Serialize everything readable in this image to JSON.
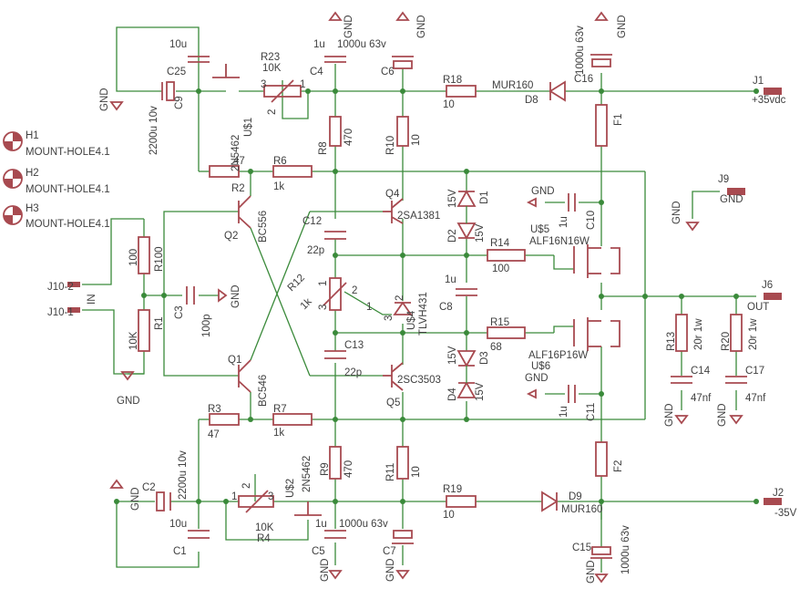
{
  "labels": {
    "c10u_top": "10u",
    "c25": "C25",
    "c9_val": "2200u 10v",
    "c9": "C9",
    "gnd_c9": "GND",
    "r23": "R23",
    "r23_val": "10K",
    "u1_val": "2N5462",
    "u1": "U$1",
    "pin_u1_3": "3",
    "pin_u1_1": "1",
    "pin_u1_2": "2",
    "c4_val": "1u",
    "c4": "C4",
    "gnd_c4": "GND",
    "c6_val": "1000u 63v",
    "c6": "C6",
    "gnd_c6": "GND",
    "r18": "R18",
    "r18_val": "10",
    "d8_val": "MUR160",
    "d8": "D8",
    "c16_val": "1000u 63v",
    "c16": "C16",
    "gnd_c16": "GND",
    "j1": "J1",
    "v_pos": "+35vdc",
    "f1": "F1",
    "r8": "R8",
    "r8_val": "470",
    "r10": "R10",
    "r10_val": "10",
    "h1": "H1",
    "h1_val": "MOUNT-HOLE4.1",
    "h2": "H2",
    "h2_val": "MOUNT-HOLE4.1",
    "h3": "H3",
    "h3_val": "MOUNT-HOLE4.1",
    "r2_val": "47",
    "r2": "R2",
    "r6": "R6",
    "r6_val": "1k",
    "q2": "Q2",
    "q2_val": "BC556",
    "q4": "Q4",
    "q4_val": "2SA1381",
    "d1_val": "15V",
    "d1": "D1",
    "d2": "D2",
    "d2_val": "15V",
    "c12": "C12",
    "c12_val": "22p",
    "r14": "R14",
    "r14_val": "100",
    "gnd_c10": "GND",
    "c10_val": "1u",
    "c10": "C10",
    "u5": "U$5",
    "u5_val": "ALF16N16W",
    "j9": "J9",
    "gnd_j9": "GND",
    "gnd_j9b": "GND",
    "r100": "R100",
    "r100_val": "100",
    "r1_val": "10K",
    "r1": "R1",
    "c3": "C3",
    "c3_val": "100p",
    "gnd_c3": "GND",
    "j10_2": "J10-2",
    "j10_1": "J10-1",
    "in": "IN",
    "r12": "R12",
    "r12_val": "1k",
    "pin_r12_1": "1",
    "pin_r12_2": "2",
    "pin_r12_3": "3",
    "u4": "U$4",
    "u4_val": "TLVH431",
    "pin_u4_1": "1",
    "pin_u4_2": "2",
    "pin_u4_3": "3",
    "c8_val": "1u",
    "c8": "C8",
    "r15": "R15",
    "r15_val": "68",
    "j6": "J6",
    "out": "OUT",
    "q1": "Q1",
    "q1_val": "BC546",
    "c13": "C13",
    "c13_val": "22p",
    "d3_val": "15V",
    "d3": "D3",
    "d4": "D4",
    "d4_val": "15V",
    "q5_val": "2SC3503",
    "q5": "Q5",
    "u6_val": "ALF16P16W",
    "u6": "U$6",
    "gnd_c11": "GND",
    "c11_val": "1u",
    "c11": "C11",
    "r13": "R13",
    "r13_val": "20r 1w",
    "r20": "R20",
    "r20_val": "20r 1w",
    "c14": "C14",
    "c14_val": "47nf",
    "c17": "C17",
    "c17_val": "47nf",
    "gnd_c14": "GND",
    "gnd_c17": "GND",
    "gnd_r1": "GND",
    "r3": "R3",
    "r3_val": "47",
    "r7": "R7",
    "r7_val": "1k",
    "r9": "R9",
    "r9_val": "470",
    "r11": "R11",
    "r11_val": "10",
    "c2": "C2",
    "c2_val": "2200u 10v",
    "gnd_c2": "GND",
    "u2_val": "2N5462",
    "u2": "U$2",
    "pin_u2_1": "1",
    "pin_u2_2": "2",
    "pin_u2_3": "3",
    "r4_val": "10K",
    "r4": "R4",
    "c5_val": "1u",
    "c5": "C5",
    "gnd_c5": "GND",
    "c7_val": "1000u 63v",
    "c7": "C7",
    "gnd_c7": "GND",
    "r19": "R19",
    "r19_val": "10",
    "d9": "D9",
    "d9_val": "MUR160",
    "f2": "F2",
    "c15": "C15",
    "c15_val": "1000u 63v",
    "gnd_c15": "GND",
    "j2": "J2",
    "v_neg": "-35V",
    "c1_val": "10u",
    "c1": "C1"
  }
}
